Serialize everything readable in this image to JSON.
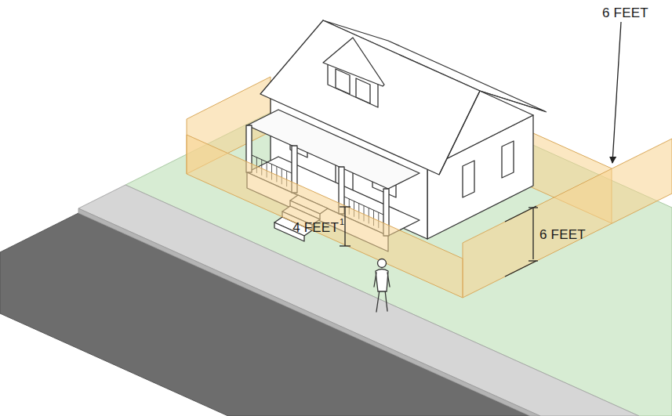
{
  "diagram": {
    "labels": [
      "6 FEET",
      "4 FEET",
      "1",
      "6 FEET"
    ]
  }
}
